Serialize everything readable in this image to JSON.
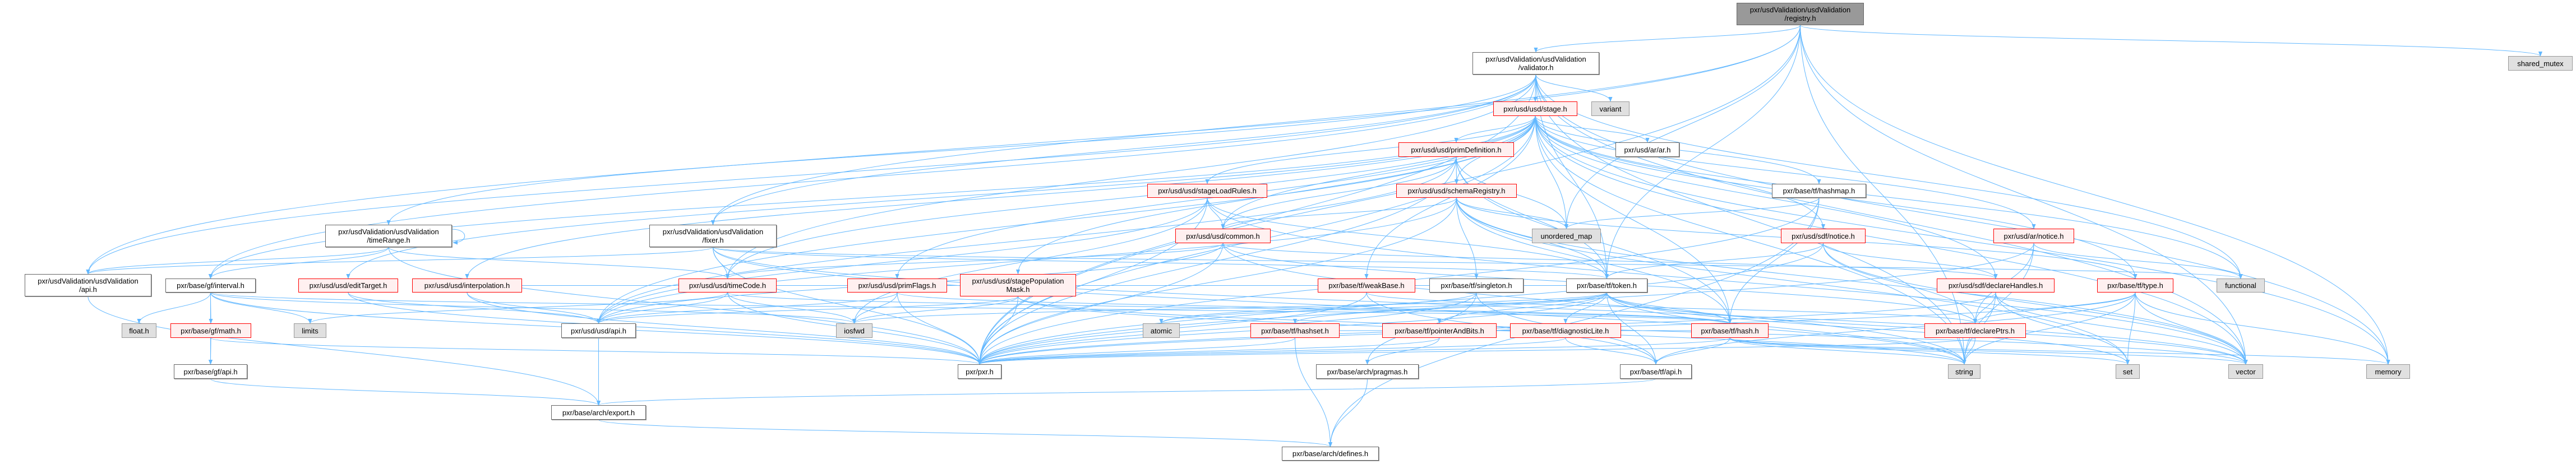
{
  "title": "pxr/usdValidation/usdValidation/registry.h",
  "colors": {
    "edge": "#63b8ff",
    "focus_fill": "#999999",
    "red_border": "#ff0000",
    "red_fill": "#fff0f0",
    "system_fill": "#e0e0e0",
    "documented_border": "#666666"
  },
  "nodes": [
    {
      "id": "registry",
      "label": "pxr/usdValidation/usdValidation\n/registry.h",
      "kind": "focus"
    },
    {
      "id": "shared_mutex",
      "label": "shared_mutex",
      "kind": "sys"
    },
    {
      "id": "validator",
      "label": "pxr/usdValidation/usdValidation\n/validator.h",
      "kind": "white"
    },
    {
      "id": "stage",
      "label": "pxr/usd/usd/stage.h",
      "kind": "red"
    },
    {
      "id": "variant",
      "label": "variant",
      "kind": "sys"
    },
    {
      "id": "primDefinition",
      "label": "pxr/usd/usd/primDefinition.h",
      "kind": "red"
    },
    {
      "id": "ar",
      "label": "pxr/usd/ar/ar.h",
      "kind": "white"
    },
    {
      "id": "stageLoadRules",
      "label": "pxr/usd/usd/stageLoadRules.h",
      "kind": "red"
    },
    {
      "id": "schemaRegistry",
      "label": "pxr/usd/usd/schemaRegistry.h",
      "kind": "red"
    },
    {
      "id": "hashmap",
      "label": "pxr/base/tf/hashmap.h",
      "kind": "white"
    },
    {
      "id": "timeRange",
      "label": "pxr/usdValidation/usdValidation\n/timeRange.h",
      "kind": "white"
    },
    {
      "id": "fixer",
      "label": "pxr/usdValidation/usdValidation\n/fixer.h",
      "kind": "white"
    },
    {
      "id": "common",
      "label": "pxr/usd/usd/common.h",
      "kind": "red"
    },
    {
      "id": "unordered_map",
      "label": "unordered_map",
      "kind": "sys"
    },
    {
      "id": "sdfNotice",
      "label": "pxr/usd/sdf/notice.h",
      "kind": "red"
    },
    {
      "id": "arNotice",
      "label": "pxr/usd/ar/notice.h",
      "kind": "red"
    },
    {
      "id": "uvApi",
      "label": "pxr/usdValidation/usdValidation\n/api.h",
      "kind": "white"
    },
    {
      "id": "interval",
      "label": "pxr/base/gf/interval.h",
      "kind": "white"
    },
    {
      "id": "editTarget",
      "label": "pxr/usd/usd/editTarget.h",
      "kind": "red"
    },
    {
      "id": "interpolation",
      "label": "pxr/usd/usd/interpolation.h",
      "kind": "red"
    },
    {
      "id": "timeCode",
      "label": "pxr/usd/usd/timeCode.h",
      "kind": "red"
    },
    {
      "id": "primFlags",
      "label": "pxr/usd/usd/primFlags.h",
      "kind": "red"
    },
    {
      "id": "stagePopMask",
      "label": "pxr/usd/usd/stagePopulation\nMask.h",
      "kind": "red"
    },
    {
      "id": "weakBase",
      "label": "pxr/base/tf/weakBase.h",
      "kind": "red"
    },
    {
      "id": "singleton",
      "label": "pxr/base/tf/singleton.h",
      "kind": "white"
    },
    {
      "id": "token",
      "label": "pxr/base/tf/token.h",
      "kind": "white"
    },
    {
      "id": "declareHandles",
      "label": "pxr/usd/sdf/declareHandles.h",
      "kind": "red"
    },
    {
      "id": "type",
      "label": "pxr/base/tf/type.h",
      "kind": "red"
    },
    {
      "id": "functional",
      "label": "functional",
      "kind": "sys"
    },
    {
      "id": "float",
      "label": "float.h",
      "kind": "sys"
    },
    {
      "id": "math",
      "label": "pxr/base/gf/math.h",
      "kind": "red"
    },
    {
      "id": "limits",
      "label": "limits",
      "kind": "sys"
    },
    {
      "id": "usdApi",
      "label": "pxr/usd/usd/api.h",
      "kind": "white"
    },
    {
      "id": "iosfwd",
      "label": "iosfwd",
      "kind": "sys"
    },
    {
      "id": "atomic",
      "label": "atomic",
      "kind": "sys"
    },
    {
      "id": "hashset",
      "label": "pxr/base/tf/hashset.h",
      "kind": "red"
    },
    {
      "id": "pointerAndBits",
      "label": "pxr/base/tf/pointerAndBits.h",
      "kind": "red"
    },
    {
      "id": "diagnosticLite",
      "label": "pxr/base/tf/diagnosticLite.h",
      "kind": "red"
    },
    {
      "id": "hash",
      "label": "pxr/base/tf/hash.h",
      "kind": "red"
    },
    {
      "id": "declarePtrs",
      "label": "pxr/base/tf/declarePtrs.h",
      "kind": "red"
    },
    {
      "id": "gfApi",
      "label": "pxr/base/gf/api.h",
      "kind": "white"
    },
    {
      "id": "pxr",
      "label": "pxr/pxr.h",
      "kind": "white"
    },
    {
      "id": "pragmas",
      "label": "pxr/base/arch/pragmas.h",
      "kind": "white"
    },
    {
      "id": "tfApi",
      "label": "pxr/base/tf/api.h",
      "kind": "white"
    },
    {
      "id": "string",
      "label": "string",
      "kind": "sys"
    },
    {
      "id": "set",
      "label": "set",
      "kind": "sys"
    },
    {
      "id": "vector",
      "label": "vector",
      "kind": "sys"
    },
    {
      "id": "memory",
      "label": "memory",
      "kind": "sys"
    },
    {
      "id": "export",
      "label": "pxr/base/arch/export.h",
      "kind": "white"
    },
    {
      "id": "defines",
      "label": "pxr/base/arch/defines.h",
      "kind": "white"
    }
  ],
  "edges": [
    [
      "registry",
      "validator"
    ],
    [
      "registry",
      "uvApi"
    ],
    [
      "registry",
      "pxr"
    ],
    [
      "registry",
      "token"
    ],
    [
      "registry",
      "unordered_map"
    ],
    [
      "registry",
      "shared_mutex"
    ],
    [
      "registry",
      "memory"
    ],
    [
      "registry",
      "string"
    ],
    [
      "registry",
      "vector"
    ],
    [
      "registry",
      "fixer"
    ],
    [
      "validator",
      "stage"
    ],
    [
      "validator",
      "variant"
    ],
    [
      "validator",
      "uvApi"
    ],
    [
      "validator",
      "fixer"
    ],
    [
      "validator",
      "timeRange"
    ],
    [
      "validator",
      "timeCode"
    ],
    [
      "validator",
      "pxr"
    ],
    [
      "validator",
      "token"
    ],
    [
      "validator",
      "string"
    ],
    [
      "validator",
      "vector"
    ],
    [
      "validator",
      "functional"
    ],
    [
      "validator",
      "memory"
    ],
    [
      "validator",
      "interval"
    ],
    [
      "stage",
      "primDefinition"
    ],
    [
      "stage",
      "ar"
    ],
    [
      "stage",
      "schemaRegistry"
    ],
    [
      "stage",
      "hashmap"
    ],
    [
      "stage",
      "unordered_map"
    ],
    [
      "stage",
      "sdfNotice"
    ],
    [
      "stage",
      "common"
    ],
    [
      "stage",
      "stageLoadRules"
    ],
    [
      "stage",
      "stagePopMask"
    ],
    [
      "stage",
      "primFlags"
    ],
    [
      "stage",
      "editTarget"
    ],
    [
      "stage",
      "interpolation"
    ],
    [
      "stage",
      "timeCode"
    ],
    [
      "stage",
      "usdApi"
    ],
    [
      "stage",
      "weakBase"
    ],
    [
      "stage",
      "declareHandles"
    ],
    [
      "stage",
      "type"
    ],
    [
      "stage",
      "functional"
    ],
    [
      "stage",
      "vector"
    ],
    [
      "stage",
      "string"
    ],
    [
      "stage",
      "pxr"
    ],
    [
      "stage",
      "arNotice"
    ],
    [
      "stage",
      "hash"
    ],
    [
      "stage",
      "memory"
    ],
    [
      "stage",
      "interval"
    ],
    [
      "primDefinition",
      "schemaRegistry"
    ],
    [
      "primDefinition",
      "unordered_map"
    ],
    [
      "primDefinition",
      "usdApi"
    ],
    [
      "primDefinition",
      "pxr"
    ],
    [
      "primDefinition",
      "token"
    ],
    [
      "primDefinition",
      "hash"
    ],
    [
      "primDefinition",
      "common"
    ],
    [
      "schemaRegistry",
      "common"
    ],
    [
      "schemaRegistry",
      "unordered_map"
    ],
    [
      "schemaRegistry",
      "singleton"
    ],
    [
      "schemaRegistry",
      "token"
    ],
    [
      "schemaRegistry",
      "type"
    ],
    [
      "schemaRegistry",
      "usdApi"
    ],
    [
      "schemaRegistry",
      "pxr"
    ],
    [
      "schemaRegistry",
      "hash"
    ],
    [
      "schemaRegistry",
      "vector"
    ],
    [
      "schemaRegistry",
      "set"
    ],
    [
      "stageLoadRules",
      "common"
    ],
    [
      "stageLoadRules",
      "usdApi"
    ],
    [
      "stageLoadRules",
      "pxr"
    ],
    [
      "stageLoadRules",
      "vector"
    ],
    [
      "stageLoadRules",
      "iosfwd"
    ],
    [
      "stageLoadRules",
      "token"
    ],
    [
      "hashmap",
      "unordered_map"
    ],
    [
      "hashmap",
      "pxr"
    ],
    [
      "hashmap",
      "hash"
    ],
    [
      "hashmap",
      "defines"
    ],
    [
      "common",
      "timeCode"
    ],
    [
      "common",
      "usdApi"
    ],
    [
      "common",
      "pxr"
    ],
    [
      "common",
      "declareHandles"
    ],
    [
      "common",
      "declarePtrs"
    ],
    [
      "common",
      "string"
    ],
    [
      "sdfNotice",
      "declareHandles"
    ],
    [
      "sdfNotice",
      "declarePtrs"
    ],
    [
      "sdfNotice",
      "pxr"
    ],
    [
      "sdfNotice",
      "token"
    ],
    [
      "sdfNotice",
      "vector"
    ],
    [
      "arNotice",
      "functional"
    ],
    [
      "arNotice",
      "pxr"
    ],
    [
      "arNotice",
      "string"
    ],
    [
      "arNotice",
      "declarePtrs"
    ],
    [
      "timeRange",
      "timeRange"
    ],
    [
      "timeRange",
      "uvApi"
    ],
    [
      "timeRange",
      "interval"
    ],
    [
      "timeRange",
      "timeCode"
    ],
    [
      "timeRange",
      "pxr"
    ],
    [
      "fixer",
      "timeCode"
    ],
    [
      "fixer",
      "uvApi"
    ],
    [
      "fixer",
      "pxr"
    ],
    [
      "fixer",
      "token"
    ],
    [
      "fixer",
      "functional"
    ],
    [
      "fixer",
      "string"
    ],
    [
      "fixer",
      "vector"
    ],
    [
      "uvApi",
      "export"
    ],
    [
      "interval",
      "float"
    ],
    [
      "interval",
      "math"
    ],
    [
      "interval",
      "limits"
    ],
    [
      "interval",
      "gfApi"
    ],
    [
      "interval",
      "pxr"
    ],
    [
      "interval",
      "iosfwd"
    ],
    [
      "interval",
      "hash"
    ],
    [
      "editTarget",
      "usdApi"
    ],
    [
      "editTarget",
      "pxr"
    ],
    [
      "interpolation",
      "usdApi"
    ],
    [
      "interpolation",
      "pxr"
    ],
    [
      "interpolation",
      "token"
    ],
    [
      "timeCode",
      "iosfwd"
    ],
    [
      "timeCode",
      "usdApi"
    ],
    [
      "timeCode",
      "pxr"
    ],
    [
      "timeCode",
      "limits"
    ],
    [
      "timeCode",
      "hash"
    ],
    [
      "primFlags",
      "usdApi"
    ],
    [
      "primFlags",
      "pxr"
    ],
    [
      "primFlags",
      "iosfwd"
    ],
    [
      "primFlags",
      "hash"
    ],
    [
      "stagePopMask",
      "usdApi"
    ],
    [
      "stagePopMask",
      "pxr"
    ],
    [
      "stagePopMask",
      "iosfwd"
    ],
    [
      "stagePopMask",
      "string"
    ],
    [
      "stagePopMask",
      "vector"
    ],
    [
      "weakBase",
      "pxr"
    ],
    [
      "weakBase",
      "tfApi"
    ],
    [
      "weakBase",
      "declarePtrs"
    ],
    [
      "singleton",
      "pxr"
    ],
    [
      "singleton",
      "pragmas"
    ],
    [
      "singleton",
      "tfApi"
    ],
    [
      "singleton",
      "atomic"
    ],
    [
      "token",
      "pxr"
    ],
    [
      "token",
      "hashset"
    ],
    [
      "token",
      "pointerAndBits"
    ],
    [
      "token",
      "diagnosticLite"
    ],
    [
      "token",
      "hash"
    ],
    [
      "token",
      "tfApi"
    ],
    [
      "token",
      "string"
    ],
    [
      "token",
      "vector"
    ],
    [
      "token",
      "set"
    ],
    [
      "token",
      "atomic"
    ],
    [
      "token",
      "iosfwd"
    ],
    [
      "declareHandles",
      "declarePtrs"
    ],
    [
      "declareHandles",
      "set"
    ],
    [
      "declareHandles",
      "vector"
    ],
    [
      "declareHandles",
      "string"
    ],
    [
      "declareHandles",
      "pxr"
    ],
    [
      "type",
      "pxr"
    ],
    [
      "type",
      "tfApi"
    ],
    [
      "type",
      "string"
    ],
    [
      "type",
      "set"
    ],
    [
      "type",
      "vector"
    ],
    [
      "type",
      "memory"
    ],
    [
      "type",
      "declarePtrs"
    ],
    [
      "math",
      "gfApi"
    ],
    [
      "math",
      "pxr"
    ],
    [
      "usdApi",
      "export"
    ],
    [
      "hashset",
      "defines"
    ],
    [
      "hashset",
      "pxr"
    ],
    [
      "hashset",
      "hash"
    ],
    [
      "pointerAndBits",
      "pragmas"
    ],
    [
      "pointerAndBits",
      "pxr"
    ],
    [
      "diagnosticLite",
      "tfApi"
    ],
    [
      "diagnosticLite",
      "pxr"
    ],
    [
      "hash",
      "tfApi"
    ],
    [
      "hash",
      "pxr"
    ],
    [
      "hash",
      "string"
    ],
    [
      "hash",
      "vector"
    ],
    [
      "hash",
      "memory"
    ],
    [
      "hash",
      "set"
    ],
    [
      "declarePtrs",
      "pxr"
    ],
    [
      "declarePtrs",
      "string"
    ],
    [
      "gfApi",
      "export"
    ],
    [
      "pragmas",
      "defines"
    ],
    [
      "tfApi",
      "export"
    ],
    [
      "export",
      "defines"
    ]
  ]
}
